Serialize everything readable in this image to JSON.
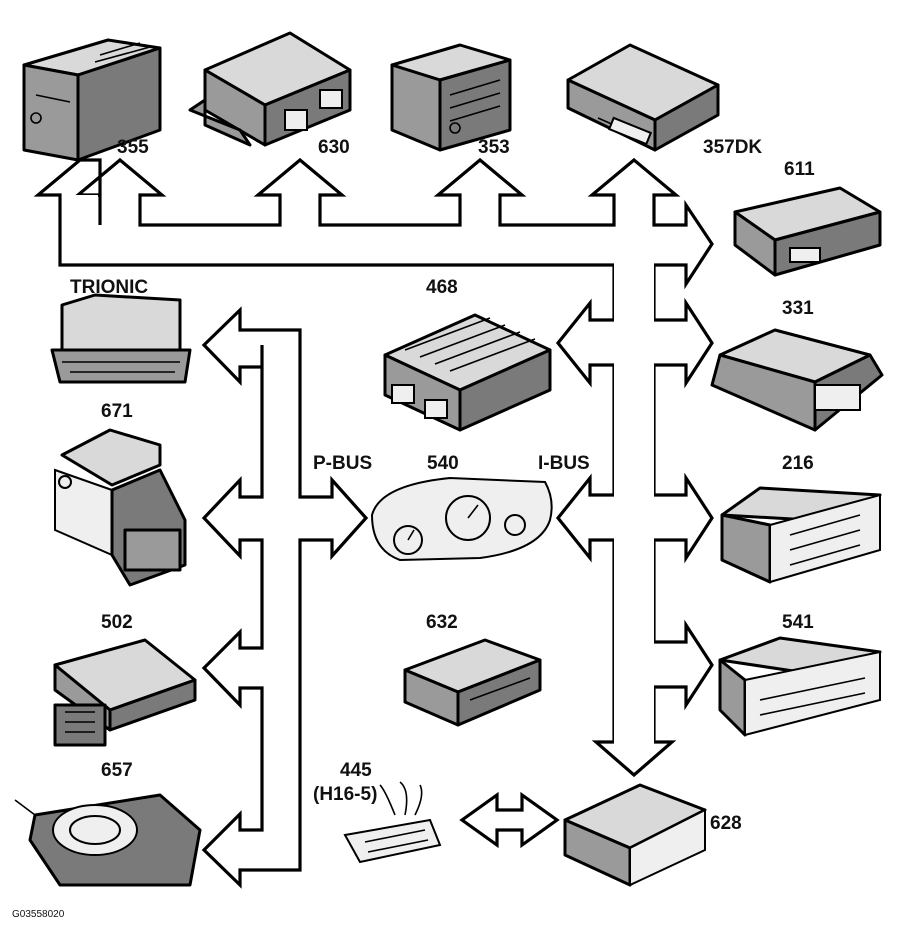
{
  "figure_id": "G03558020",
  "buses": {
    "p_bus": "P-BUS",
    "i_bus": "I-BUS"
  },
  "modules": {
    "m355": "355",
    "m630": "630",
    "m353": "353",
    "m357dk": "357DK",
    "m611": "611",
    "trionic": "TRIONIC",
    "m468": "468",
    "m331": "331",
    "m671": "671",
    "m540": "540",
    "m216": "216",
    "m502": "502",
    "m632": "632",
    "m541": "541",
    "m657": "657",
    "m445": "445",
    "m445_sub": "(H16-5)",
    "m628": "628"
  }
}
